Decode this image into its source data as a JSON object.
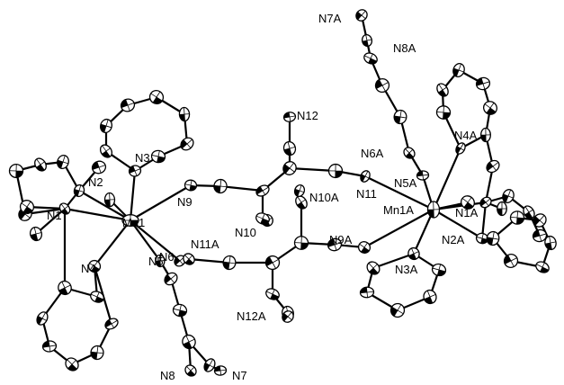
{
  "labels": {
    "n1": "N1",
    "n2": "N2",
    "n3": "N3",
    "n4": "N4",
    "n5": "N5",
    "n6": "N6",
    "n7": "N7",
    "n8": "N8",
    "n9": "N9",
    "n10": "N10",
    "n11": "N11",
    "n12": "N12",
    "mn1": "Mn1",
    "n1a": "N1A",
    "n2a": "N2A",
    "n3a": "N3A",
    "n4a": "N4A",
    "n5a": "N5A",
    "n6a": "N6A",
    "n7a": "N7A",
    "n8a": "N8A",
    "n9a": "N9A",
    "n10a": "N10A",
    "n11a": "N11A",
    "n12a": "N12A",
    "mn1a": "Mn1A"
  }
}
